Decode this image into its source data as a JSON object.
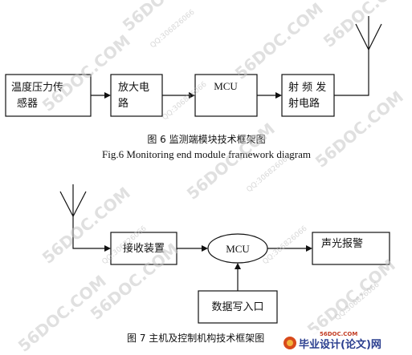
{
  "figure6": {
    "blocks": {
      "sensor": [
        "温度压力传",
        "感器"
      ],
      "amp": [
        "放大电",
        "路"
      ],
      "mcu": "MCU",
      "rf": [
        "射 频 发",
        "射电路"
      ]
    },
    "caption_cn": "图 6 监测端模块技术框架图",
    "caption_en": "Fig.6 Monitoring end module framework diagram"
  },
  "figure7": {
    "blocks": {
      "receiver": "接收装置",
      "mcu": "MCU",
      "alarm": "声光报警",
      "data_input": "数据写入口"
    },
    "caption_cn": "图 7 主机及控制机构技术框架图"
  },
  "watermarks": {
    "site": "56DOC.COM",
    "qq": "QQ:306826066"
  },
  "brand": {
    "domain": "56DOC.COM",
    "name": "毕业设计(论文)网"
  }
}
